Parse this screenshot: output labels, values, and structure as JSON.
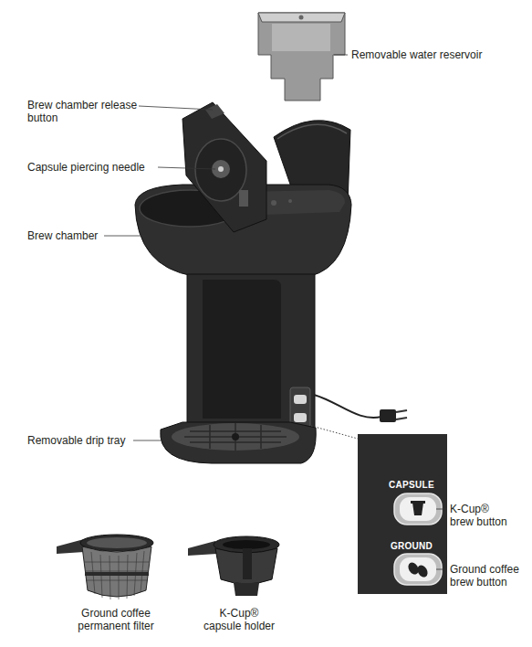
{
  "diagram": {
    "nodes": [
      {
        "text": [
          "CAPSULE",
          "GROUND"
        ]
      }
    ],
    "labels": [
      "Removable water reservoir",
      "Brew chamber release button",
      "Capsule piercing needle",
      "Brew chamber",
      "Removable drip tray",
      "K-Cup® brew button",
      "Ground coffee brew button",
      "Ground coffee permanent filter",
      "K-Cup® capsule holder"
    ]
  }
}
